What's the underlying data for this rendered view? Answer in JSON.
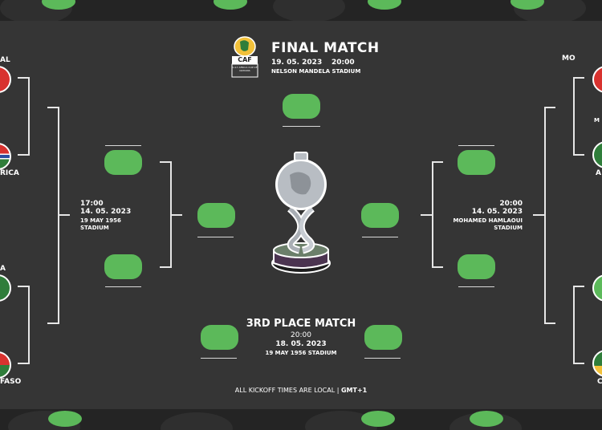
{
  "final": {
    "title": "FINAL MATCH",
    "date": "19. 05. 2023",
    "time": "20:00",
    "venue": "NELSON MANDELA STADIUM"
  },
  "logo": {
    "text": "CAF",
    "subtext": "U-17 AFRICA CUP OF NATIONS"
  },
  "left_qf": {
    "time": "17:00",
    "date": "14. 05. 2023",
    "venue_line1": "19 MAY 1956",
    "venue_line2": "STADIUM"
  },
  "right_qf": {
    "time": "20:00",
    "date": "14. 05. 2023",
    "venue_line1": "MOHAMED HAMLAOUI",
    "venue_line2": "STADIUM"
  },
  "third_place": {
    "title": "3RD PLACE MATCH",
    "time": "20:00",
    "date": "18. 05. 2023",
    "venue": "19 MAY 1956 STADIUM"
  },
  "left_teams": [
    "AL",
    "RICA",
    "A",
    "FASO"
  ],
  "right_teams": [
    "MO",
    "M",
    "A",
    "C"
  ],
  "footer": {
    "note": "ALL KICKOFF TIMES ARE LOCAL | ",
    "tz": "GMT+1"
  },
  "colors": {
    "background": "#353535",
    "band": "#242424",
    "pill": "#5cb95a",
    "line": "#e6e6e6",
    "text": "#ffffff"
  },
  "icons": {
    "trophy": "trophy-icon",
    "logo": "caf-logo-icon"
  }
}
